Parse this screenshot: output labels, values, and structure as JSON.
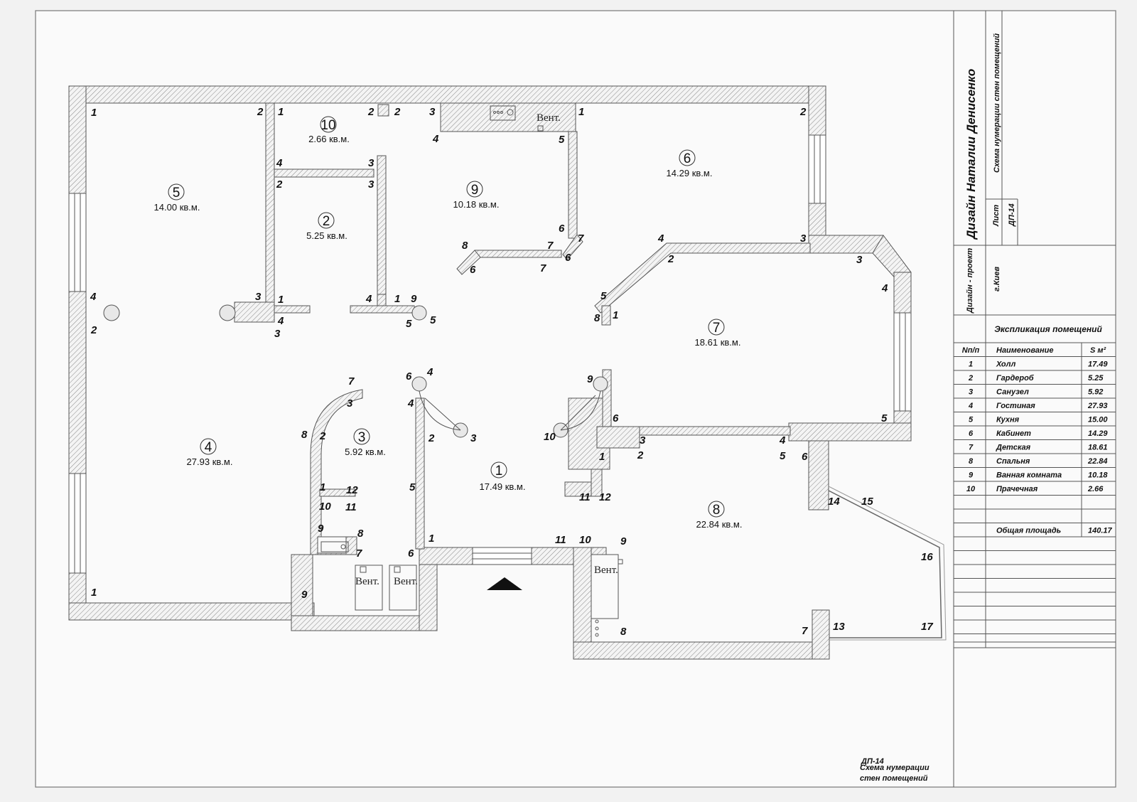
{
  "rooms": [
    {
      "num": "1",
      "area": "17.49 кв.м."
    },
    {
      "num": "2",
      "area": "5.25 кв.м."
    },
    {
      "num": "3",
      "area": "5.92 кв.м."
    },
    {
      "num": "4",
      "area": "27.93 кв.м."
    },
    {
      "num": "5",
      "area": "14.00 кв.м."
    },
    {
      "num": "6",
      "area": "14.29 кв.м."
    },
    {
      "num": "7",
      "area": "18.61 кв.м."
    },
    {
      "num": "8",
      "area": "22.84 кв.м."
    },
    {
      "num": "9",
      "area": "10.18 кв.м."
    },
    {
      "num": "10",
      "area": "2.66 кв.м."
    }
  ],
  "vent_label": "Вент.",
  "title_block": {
    "author": "Дизайн Наталии Денисенко",
    "sheet_title": "Схема нумерации стен помещений",
    "sheet_label": "Лист",
    "sheet_code": "ДП-14",
    "project": "Дизайн - проект",
    "city": "г.Киев"
  },
  "explication": {
    "title": "Экспликация помещений",
    "headers": [
      "Nп/п",
      "Наименование",
      "S м²"
    ],
    "rows": [
      [
        "1",
        "Холл",
        "17.49"
      ],
      [
        "2",
        "Гардероб",
        "5.25"
      ],
      [
        "3",
        "Санузел",
        "5.92"
      ],
      [
        "4",
        "Гостиная",
        "27.93"
      ],
      [
        "5",
        "Кухня",
        "15.00"
      ],
      [
        "6",
        "Кабинет",
        "14.29"
      ],
      [
        "7",
        "Детская",
        "18.61"
      ],
      [
        "8",
        "Спальня",
        "22.84"
      ],
      [
        "9",
        "Ванная комната",
        "10.18"
      ],
      [
        "10",
        "Прачечная",
        "2.66"
      ]
    ],
    "total_label": "Общая площадь",
    "total_value": "140.17"
  },
  "bottom_caption": {
    "code": "ДП-14",
    "line1": "Схема нумерации",
    "line2": "стен помещений"
  },
  "wall_numbers": [
    "1",
    "2",
    "3",
    "4",
    "5",
    "6",
    "7",
    "8",
    "9",
    "10",
    "11",
    "12",
    "13",
    "14",
    "15",
    "16",
    "17"
  ]
}
